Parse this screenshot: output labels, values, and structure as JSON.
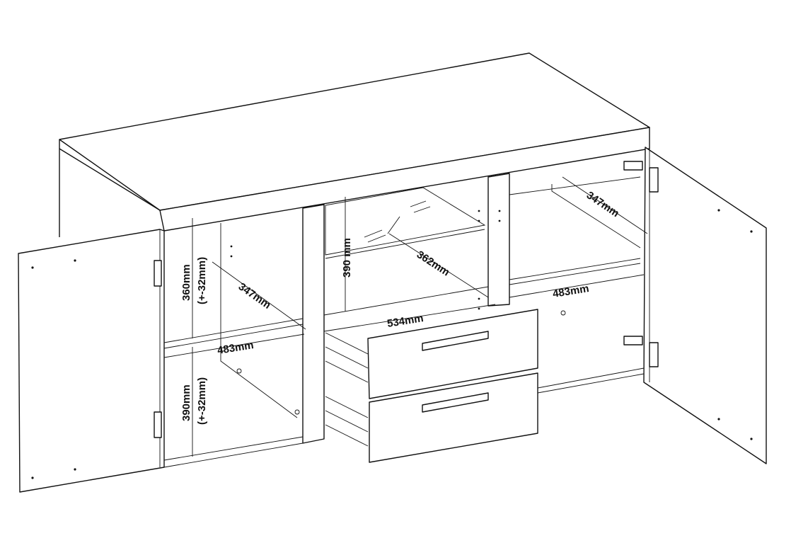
{
  "dimensions": {
    "left_upper_height": "360mm",
    "left_upper_tolerance": "(+-32mm)",
    "left_lower_height": "390mm",
    "left_lower_tolerance": "(+-32mm)",
    "left_shelf_depth": "347mm",
    "left_shelf_width": "483mm",
    "center_height": "390 mm",
    "center_shelf_depth": "362mm",
    "drawer_width": "534mm",
    "right_shelf_depth": "347mm",
    "right_shelf_width": "483mm"
  }
}
